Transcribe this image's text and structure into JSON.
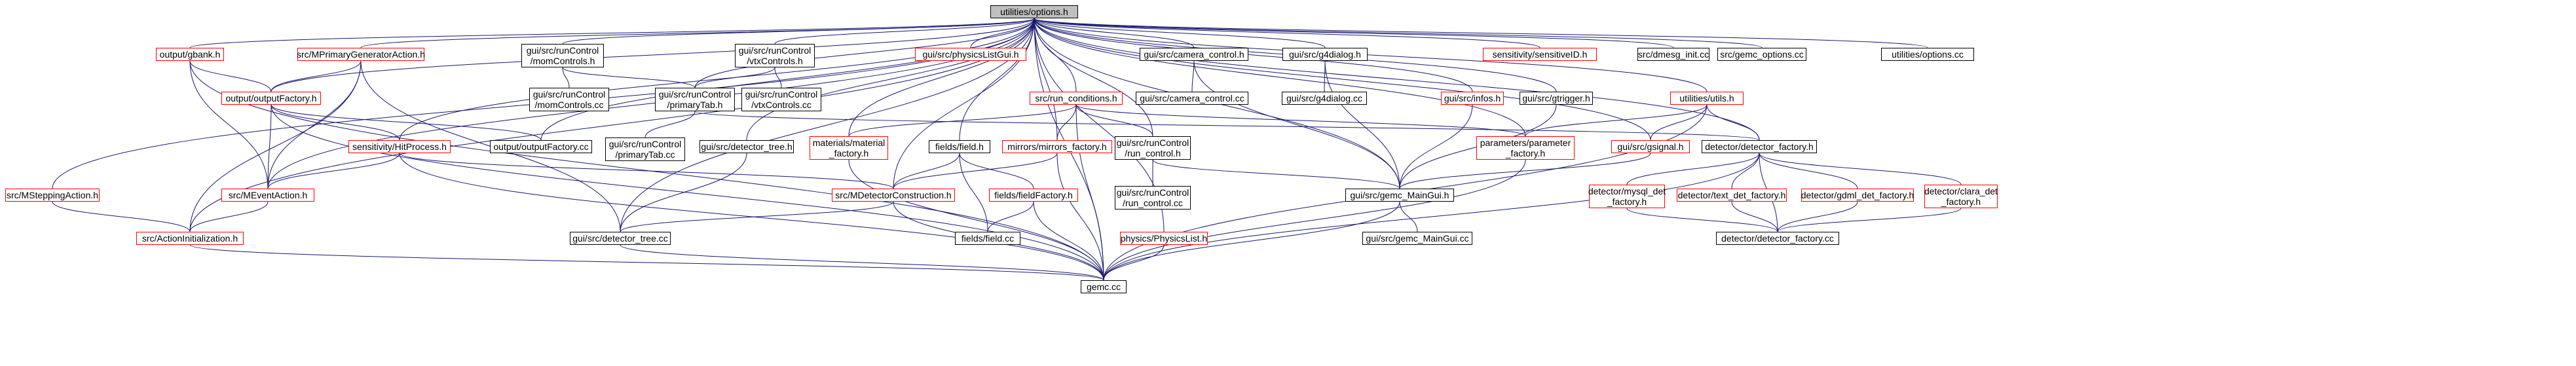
{
  "diagram": {
    "nodes": [
      {
        "id": "root",
        "label": "utilities/options.h",
        "style": "root"
      },
      {
        "id": "gbank",
        "label": "output/gbank.h",
        "style": "red"
      },
      {
        "id": "mprim",
        "label": "src/MPrimaryGeneratorAction.h",
        "style": "red"
      },
      {
        "id": "momctl",
        "label": "gui/src/runControl\n/momControls.h",
        "style": "black"
      },
      {
        "id": "vtxctl",
        "label": "gui/src/runControl\n/vtxControls.h",
        "style": "black"
      },
      {
        "id": "physgui",
        "label": "gui/src/physicsListGui.h",
        "style": "red"
      },
      {
        "id": "camctl",
        "label": "gui/src/camera_control.h",
        "style": "black"
      },
      {
        "id": "g4dlg",
        "label": "gui/src/g4dialog.h",
        "style": "black"
      },
      {
        "id": "sensid",
        "label": "sensitivity/sensitiveID.h",
        "style": "red"
      },
      {
        "id": "dmesg",
        "label": "src/dmesg_init.cc",
        "style": "black"
      },
      {
        "id": "gemcopt",
        "label": "src/gemc_options.cc",
        "style": "black"
      },
      {
        "id": "optcc",
        "label": "utilities/options.cc",
        "style": "black"
      },
      {
        "id": "outfact",
        "label": "output/outputFactory.h",
        "style": "red"
      },
      {
        "id": "momcc",
        "label": "gui/src/runControl\n/momControls.cc",
        "style": "black"
      },
      {
        "id": "primtab",
        "label": "gui/src/runControl\n/primaryTab.h",
        "style": "black"
      },
      {
        "id": "vtxcc",
        "label": "gui/src/runControl\n/vtxControls.cc",
        "style": "black"
      },
      {
        "id": "runcond",
        "label": "src/run_conditions.h",
        "style": "red"
      },
      {
        "id": "camcc",
        "label": "gui/src/camera_control.cc",
        "style": "black"
      },
      {
        "id": "g4dcc",
        "label": "gui/src/g4dialog.cc",
        "style": "black"
      },
      {
        "id": "infos",
        "label": "gui/src/infos.h",
        "style": "red"
      },
      {
        "id": "gtrig",
        "label": "gui/src/gtrigger.h",
        "style": "black"
      },
      {
        "id": "utils",
        "label": "utilities/utils.h",
        "style": "red"
      },
      {
        "id": "sensproc",
        "label": "sensitivity/HitProcess.h",
        "style": "red"
      },
      {
        "id": "outfactcc",
        "label": "output/outputFactory.cc",
        "style": "black"
      },
      {
        "id": "primtabcc",
        "label": "gui/src/runControl\n/primaryTab.cc",
        "style": "black"
      },
      {
        "id": "dettree",
        "label": "gui/src/detector_tree.h",
        "style": "black"
      },
      {
        "id": "matfact",
        "label": "materials/material\n_factory.h",
        "style": "red"
      },
      {
        "id": "fields",
        "label": "fields/field.h",
        "style": "black"
      },
      {
        "id": "mirrors",
        "label": "mirrors/mirrors_factory.h",
        "style": "red"
      },
      {
        "id": "runctl",
        "label": "gui/src/runControl\n/run_control.h",
        "style": "black"
      },
      {
        "id": "params",
        "label": "parameters/parameter\n_factory.h",
        "style": "red"
      },
      {
        "id": "gsignal",
        "label": "gui/src/gsignal.h",
        "style": "red"
      },
      {
        "id": "detfact",
        "label": "detector/detector_factory.h",
        "style": "black"
      },
      {
        "id": "mstep",
        "label": "src/MSteppingAction.h",
        "style": "red"
      },
      {
        "id": "mevent",
        "label": "src/MEventAction.h",
        "style": "red"
      },
      {
        "id": "mdetcon",
        "label": "src/MDetectorConstruction.h",
        "style": "red"
      },
      {
        "id": "fieldfact",
        "label": "fields/fieldFactory.h",
        "style": "red"
      },
      {
        "id": "runctlcc",
        "label": "gui/src/runControl\n/run_control.cc",
        "style": "black"
      },
      {
        "id": "maingui",
        "label": "gui/src/gemc_MainGui.h",
        "style": "black"
      },
      {
        "id": "mysql",
        "label": "detector/mysql_det\n_factory.h",
        "style": "red"
      },
      {
        "id": "textdet",
        "label": "detector/text_det_factory.h",
        "style": "red"
      },
      {
        "id": "gdml",
        "label": "detector/gdml_det_factory.h",
        "style": "red"
      },
      {
        "id": "clara",
        "label": "detector/clara_det\n_factory.h",
        "style": "red"
      },
      {
        "id": "actinit",
        "label": "src/ActionInitialization.h",
        "style": "red"
      },
      {
        "id": "dettreecc",
        "label": "gui/src/detector_tree.cc",
        "style": "black"
      },
      {
        "id": "fieldcc",
        "label": "fields/field.cc",
        "style": "black"
      },
      {
        "id": "physlist",
        "label": "physics/PhysicsList.h",
        "style": "red"
      },
      {
        "id": "mainguicc",
        "label": "gui/src/gemc_MainGui.cc",
        "style": "black"
      },
      {
        "id": "detfactcc",
        "label": "detector/detector_factory.cc",
        "style": "black"
      },
      {
        "id": "gemccc",
        "label": "gemc.cc",
        "style": "black"
      }
    ],
    "edges": [
      [
        "root",
        "gbank"
      ],
      [
        "root",
        "mprim"
      ],
      [
        "root",
        "momctl"
      ],
      [
        "root",
        "vtxctl"
      ],
      [
        "root",
        "physgui"
      ],
      [
        "root",
        "camctl"
      ],
      [
        "root",
        "g4dlg"
      ],
      [
        "root",
        "sensid"
      ],
      [
        "root",
        "dmesg"
      ],
      [
        "root",
        "gemcopt"
      ],
      [
        "root",
        "optcc"
      ],
      [
        "root",
        "outfact"
      ],
      [
        "root",
        "primtab"
      ],
      [
        "root",
        "runcond"
      ],
      [
        "root",
        "infos"
      ],
      [
        "root",
        "gtrig"
      ],
      [
        "root",
        "utils"
      ],
      [
        "root",
        "sensproc"
      ],
      [
        "root",
        "outfactcc"
      ],
      [
        "root",
        "dettree"
      ],
      [
        "root",
        "matfact"
      ],
      [
        "root",
        "fields"
      ],
      [
        "root",
        "mirrors"
      ],
      [
        "root",
        "runctl"
      ],
      [
        "root",
        "params"
      ],
      [
        "root",
        "gsignal"
      ],
      [
        "root",
        "detfact"
      ],
      [
        "root",
        "mstep"
      ],
      [
        "root",
        "mevent"
      ],
      [
        "root",
        "mdetcon"
      ],
      [
        "root",
        "maingui"
      ],
      [
        "root",
        "actinit"
      ],
      [
        "root",
        "dettreecc"
      ],
      [
        "root",
        "physlist"
      ],
      [
        "root",
        "gemccc"
      ],
      [
        "gbank",
        "outfact"
      ],
      [
        "gbank",
        "mevent"
      ],
      [
        "gbank",
        "gemccc"
      ],
      [
        "mprim",
        "outfact"
      ],
      [
        "mprim",
        "mevent"
      ],
      [
        "mprim",
        "actinit"
      ],
      [
        "mprim",
        "dettreecc"
      ],
      [
        "momctl",
        "momcc"
      ],
      [
        "momctl",
        "primtab"
      ],
      [
        "vtxctl",
        "primtab"
      ],
      [
        "vtxctl",
        "vtxcc"
      ],
      [
        "camctl",
        "camcc"
      ],
      [
        "camctl",
        "maingui"
      ],
      [
        "g4dlg",
        "g4dcc"
      ],
      [
        "g4dlg",
        "maingui"
      ],
      [
        "outfact",
        "outfactcc"
      ],
      [
        "outfact",
        "sensproc"
      ],
      [
        "outfact",
        "mevent"
      ],
      [
        "outfact",
        "gemccc"
      ],
      [
        "primtab",
        "primtabcc"
      ],
      [
        "primtab",
        "detfact"
      ],
      [
        "runcond",
        "matfact"
      ],
      [
        "runcond",
        "mirrors"
      ],
      [
        "runcond",
        "runctl"
      ],
      [
        "runcond",
        "params"
      ],
      [
        "runcond",
        "gemccc"
      ],
      [
        "infos",
        "maingui"
      ],
      [
        "gtrig",
        "maingui"
      ],
      [
        "utils",
        "params"
      ],
      [
        "utils",
        "gsignal"
      ],
      [
        "utils",
        "detfact"
      ],
      [
        "utils",
        "gemccc"
      ],
      [
        "sensproc",
        "mevent"
      ],
      [
        "sensproc",
        "mdetcon"
      ],
      [
        "sensproc",
        "gemccc"
      ],
      [
        "dettree",
        "dettreecc"
      ],
      [
        "matfact",
        "gemccc"
      ],
      [
        "fields",
        "mdetcon"
      ],
      [
        "fields",
        "fieldfact"
      ],
      [
        "fields",
        "fieldcc"
      ],
      [
        "mirrors",
        "mdetcon"
      ],
      [
        "mirrors",
        "gemccc"
      ],
      [
        "runctl",
        "runctlcc"
      ],
      [
        "runctl",
        "maingui"
      ],
      [
        "params",
        "gemccc"
      ],
      [
        "gsignal",
        "maingui"
      ],
      [
        "detfact",
        "mysql"
      ],
      [
        "detfact",
        "textdet"
      ],
      [
        "detfact",
        "gdml"
      ],
      [
        "detfact",
        "clara"
      ],
      [
        "detfact",
        "detfactcc"
      ],
      [
        "detfact",
        "gemccc"
      ],
      [
        "mstep",
        "actinit"
      ],
      [
        "mevent",
        "actinit"
      ],
      [
        "mdetcon",
        "dettreecc"
      ],
      [
        "mdetcon",
        "gemccc"
      ],
      [
        "fieldfact",
        "fieldcc"
      ],
      [
        "fieldfact",
        "gemccc"
      ],
      [
        "maingui",
        "mainguicc"
      ],
      [
        "maingui",
        "gemccc"
      ],
      [
        "mysql",
        "detfactcc"
      ],
      [
        "textdet",
        "detfactcc"
      ],
      [
        "gdml",
        "detfactcc"
      ],
      [
        "clara",
        "detfactcc"
      ],
      [
        "actinit",
        "gemccc"
      ],
      [
        "dettreecc",
        "gemccc"
      ],
      [
        "physlist",
        "gemccc"
      ]
    ],
    "colors": {
      "edge": "#191970",
      "node_border": "#000000",
      "red_border": "#ff0000",
      "root_fill": "#bfbfbf"
    }
  }
}
